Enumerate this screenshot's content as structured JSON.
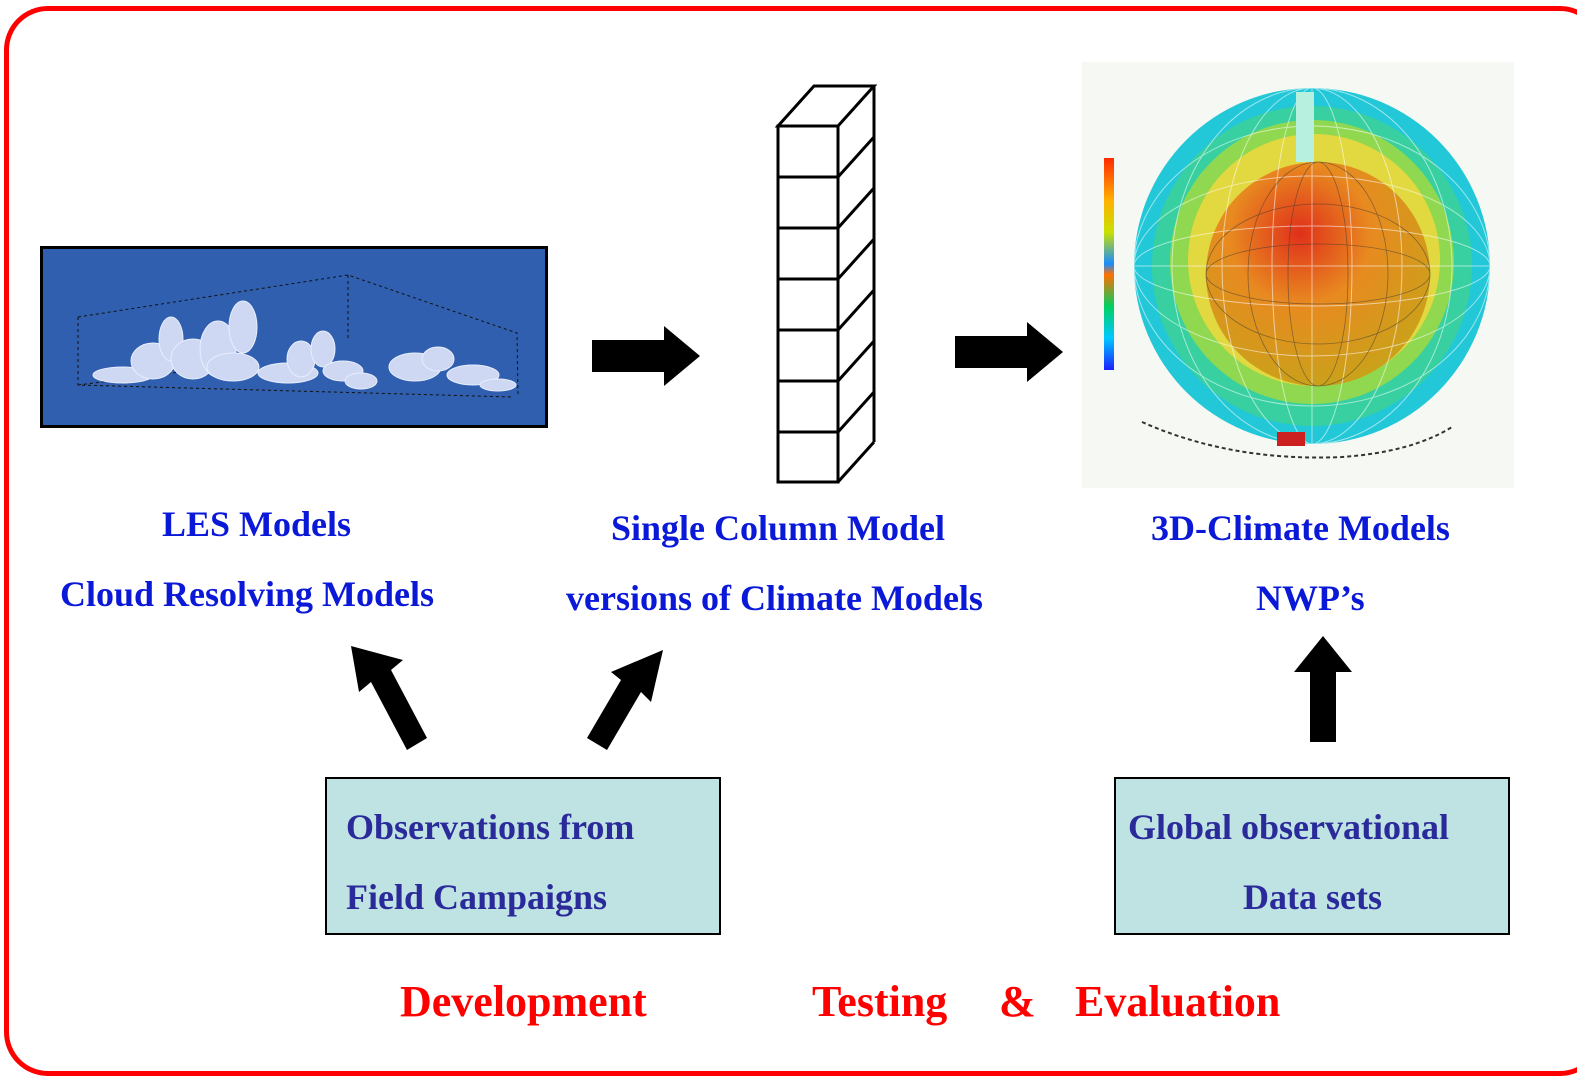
{
  "les": {
    "line1": "LES Models",
    "line2": "Cloud Resolving Models"
  },
  "scm": {
    "line1": "Single Column Model",
    "line2": "versions of Climate Models"
  },
  "gcm": {
    "line1": "3D-Climate Models",
    "line2": "NWP’s"
  },
  "obs_field": {
    "line1": "Observations from",
    "line2": "Field Campaigns"
  },
  "obs_global": {
    "line1": "Global observational",
    "line2": "Data sets"
  },
  "footer": {
    "development": "Development",
    "testing": "Testing",
    "amp": "&",
    "evaluation": "Evaluation"
  },
  "colors": {
    "frame": "#ff0000",
    "label_blue": "#0a18d8",
    "box_text": "#2a2a9a",
    "box_fill": "#bfe3e3",
    "les_bg": "#2f5fae",
    "footer_red": "#ff0000"
  },
  "icons": [
    "les-cloud-image",
    "single-column-grid-icon",
    "climate-globe-image",
    "arrow-right-icon",
    "arrow-up-icon"
  ]
}
